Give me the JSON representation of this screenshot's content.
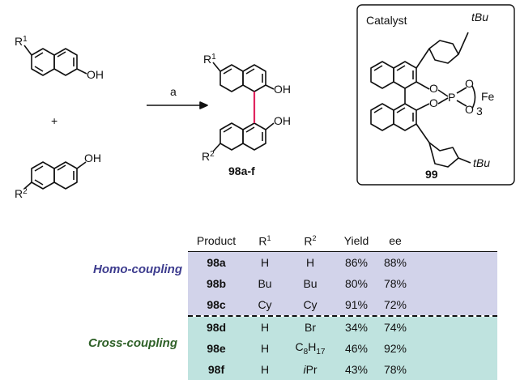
{
  "scheme": {
    "r1_left": "R",
    "r1_sup": "1",
    "r2_left": "R",
    "r2_sup": "2",
    "oh": "OH",
    "plus": "+",
    "condition": "a",
    "product_label": "98a-f",
    "catalyst_title": "Catalyst",
    "catalyst_label": "99",
    "tbu": "tBu",
    "o": "O",
    "p": "P",
    "fe": "Fe",
    "subscript3": "3"
  },
  "colors": {
    "homo_row_bg": "#d2d3ea",
    "cross_row_bg": "#bfe3df",
    "homo_label": "#3d3c8e",
    "cross_label": "#2f6128",
    "highlight_bond": "#e0245e"
  },
  "table": {
    "headers": [
      "Product",
      "R",
      "R",
      "Yield",
      "ee"
    ],
    "header_sups": [
      "",
      "1",
      "2",
      "",
      ""
    ],
    "groups": [
      {
        "label": "Homo-coupling",
        "rows": [
          {
            "product": "98a",
            "r1": "H",
            "r2": "H",
            "yield": "86%",
            "ee": "88%"
          },
          {
            "product": "98b",
            "r1": "Bu",
            "r2": "Bu",
            "yield": "80%",
            "ee": "78%"
          },
          {
            "product": "98c",
            "r1": "Cy",
            "r2": "Cy",
            "yield": "91%",
            "ee": "72%"
          }
        ]
      },
      {
        "label": "Cross-coupling",
        "rows": [
          {
            "product": "98d",
            "r1": "H",
            "r2": "Br",
            "yield": "34%",
            "ee": "74%"
          },
          {
            "product": "98e",
            "r1": "H",
            "r2_main": "C",
            "r2_sub1": "8",
            "r2_mid": "H",
            "r2_sub2": "17",
            "yield": "46%",
            "ee": "92%"
          },
          {
            "product": "98f",
            "r1": "H",
            "r2_ital": "i",
            "r2_rest": "Pr",
            "yield": "43%",
            "ee": "78%"
          }
        ]
      }
    ]
  }
}
